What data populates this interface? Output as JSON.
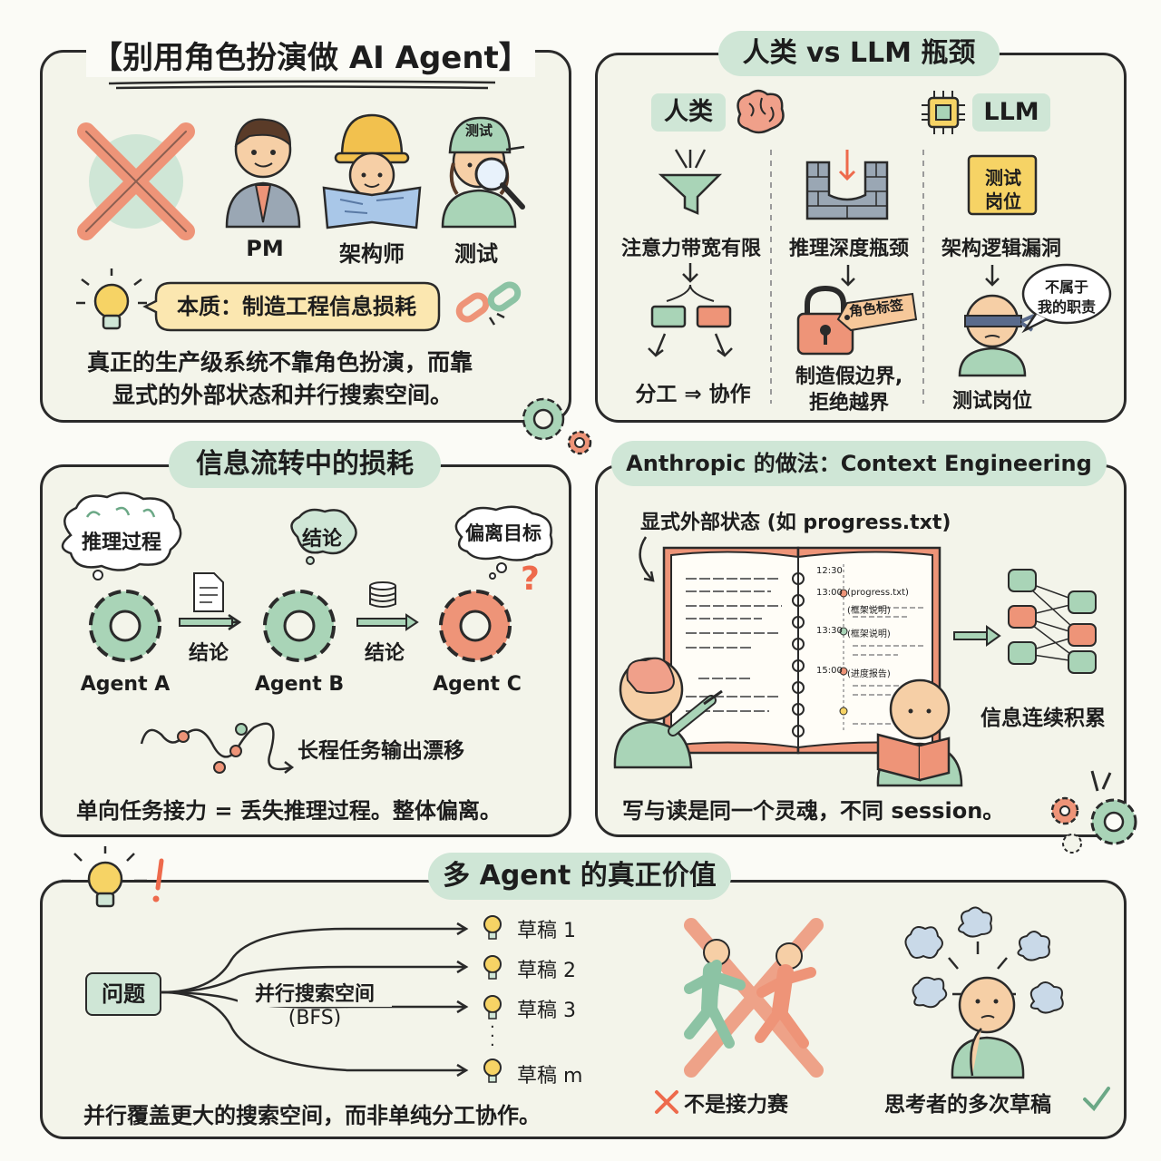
{
  "panel1": {
    "title": "【别用角色扮演做 AI Agent】",
    "roles": [
      "PM",
      "架构师",
      "测试"
    ],
    "hat_label": "测试",
    "essence": "本质：制造工程信息损耗",
    "summary_line1": "真正的生产级系统不靠角色扮演，而靠",
    "summary_line2": "显式的外部状态和并行搜索空间。"
  },
  "panel2": {
    "title": "人类 vs LLM 瓶颈",
    "human_label": "人类",
    "llm_label": "LLM",
    "col1_title": "注意力带宽有限",
    "col1_bottom": "分工 ⇒ 协作",
    "col2_title": "推理深度瓶颈",
    "col2_tag": "角色标签",
    "col2_bottom_line1": "制造假边界,",
    "col2_bottom_line2": "拒绝越界",
    "col3_box_line1": "测试",
    "col3_box_line2": "岗位",
    "col3_title": "架构逻辑漏洞",
    "col3_speech_line1": "不属于",
    "col3_speech_line2": "我的职责",
    "col3_bottom": "测试岗位"
  },
  "panel3": {
    "title": "信息流转中的损耗",
    "thought_a": "推理过程",
    "thought_b": "结论",
    "thought_c": "偏离目标",
    "arrow_label_1": "结论",
    "arrow_label_2": "结论",
    "agents": [
      "Agent A",
      "Agent B",
      "Agent C"
    ],
    "drift": "长程任务输出漂移",
    "summary": "单向任务接力 = 丢失推理过程。整体偏离。"
  },
  "panel4": {
    "title": "Anthropic 的做法：Context Engineering",
    "state_label": "显式外部状态 (如 progress.txt)",
    "log_times": [
      "12:30",
      "13:00",
      "13:30",
      "15:00"
    ],
    "log_entries": [
      "(progress.txt)",
      "(框架说明)",
      "(框架说明)",
      "(进度报告)"
    ],
    "accumulate": "信息连续积累",
    "summary": "写与读是同一个灵魂，不同 session。"
  },
  "panel5": {
    "title": "多 Agent 的真正价值",
    "problem": "问题",
    "search_line1": "并行搜索空间",
    "search_line2": "(BFS)",
    "drafts": [
      "草稿 1",
      "草稿 2",
      "草稿 3",
      "草稿 m"
    ],
    "not_relay": "不是接力赛",
    "thinker": "思考者的多次草稿",
    "summary": "并行覆盖更大的搜索空间，而非单纯分工协作。"
  },
  "colors": {
    "green": "#cfe6d6",
    "green_dark": "#8cc3a4",
    "salmon": "#ee9478",
    "ink": "#2a2a2a"
  }
}
